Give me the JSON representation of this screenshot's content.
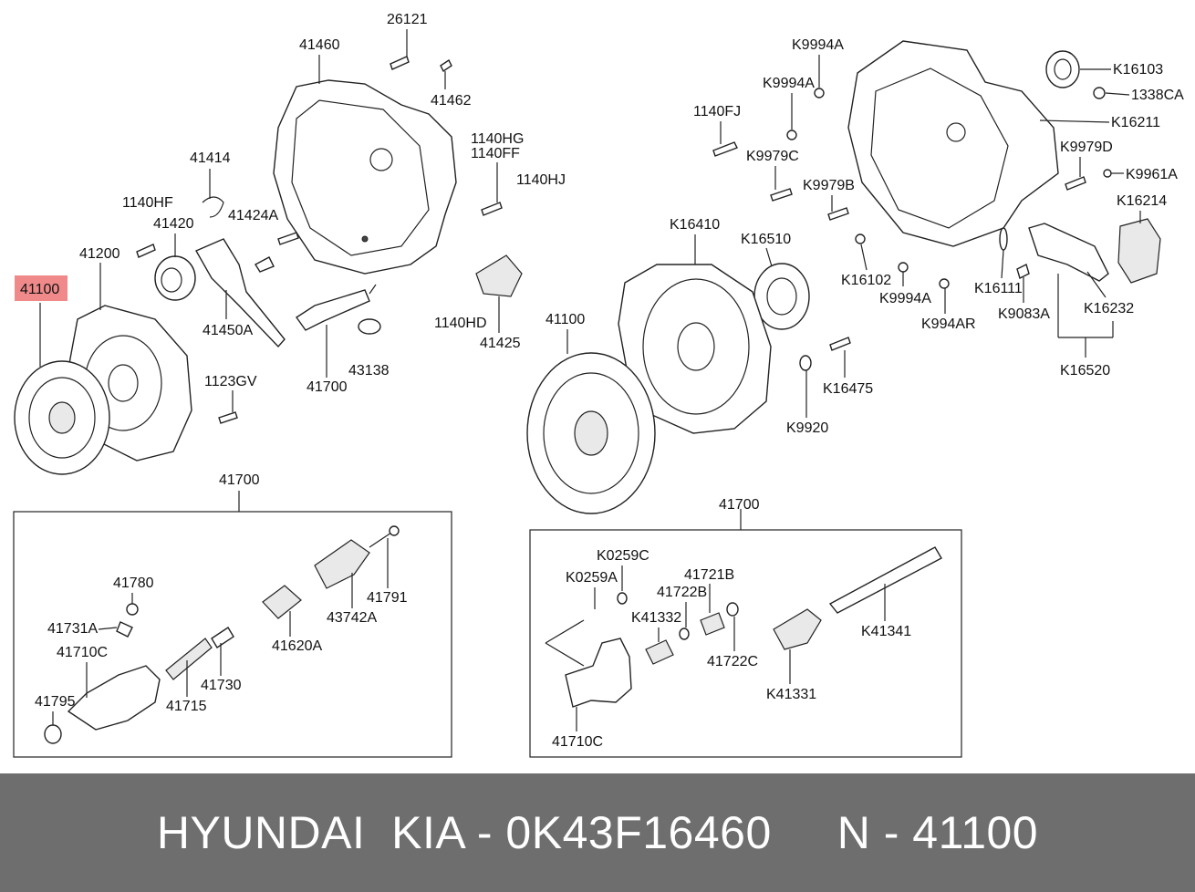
{
  "highlight": {
    "label": "41100",
    "color": "#f08a8a"
  },
  "footer": {
    "text": "HYUNDAI  KIA - 0K43F16460     N - 41100",
    "background": "#6e6e6e",
    "color": "#ffffff"
  },
  "left": {
    "labels": {
      "l26121": "26121",
      "l41460": "41460",
      "l41462": "41462",
      "l1140HG": "1140HG",
      "l1140FF": "1140FF",
      "l1140HJ": "1140HJ",
      "l41414": "41414",
      "l1140HF": "1140HF",
      "l41420": "41420",
      "l41424A": "41424A",
      "l41200": "41200",
      "l41450A": "41450A",
      "l1140HD": "1140HD",
      "l41425": "41425",
      "l41700": "41700",
      "l43138": "43138",
      "l1123GV": "1123GV"
    }
  },
  "right": {
    "labels": {
      "k9994a_1": "K9994A",
      "k9994a_2": "K9994A",
      "k16103": "K16103",
      "l1338CA": "1338CA",
      "l1140FJ": "1140FJ",
      "k16211": "K16211",
      "k9979c": "K9979C",
      "k9979d": "K9979D",
      "k9961a": "K9961A",
      "k9979b": "K9979B",
      "k16214": "K16214",
      "k16410": "K16410",
      "k16510": "K16510",
      "k16102": "K16102",
      "k9994a_3": "K9994A",
      "k16111": "K16111",
      "k994ar": "K994AR",
      "k9083a": "K9083A",
      "k16232": "K16232",
      "l41100": "41100",
      "k16475": "K16475",
      "k16520": "K16520",
      "k9920": "K9920"
    }
  },
  "boxLeft": {
    "title": "41700",
    "labels": {
      "l41780": "41780",
      "l41731A": "41731A",
      "l41710C": "41710C",
      "l41795": "41795",
      "l41715": "41715",
      "l41730": "41730",
      "l41620A": "41620A",
      "l43742A": "43742A",
      "l41791": "41791"
    }
  },
  "boxRight": {
    "title": "41700",
    "labels": {
      "k0259c": "K0259C",
      "k0259a": "K0259A",
      "l41721B": "41721B",
      "l41722B": "41722B",
      "k41332": "K41332",
      "l41722C": "41722C",
      "k41331": "K41331",
      "k41341": "K41341",
      "l41710C": "41710C"
    }
  }
}
